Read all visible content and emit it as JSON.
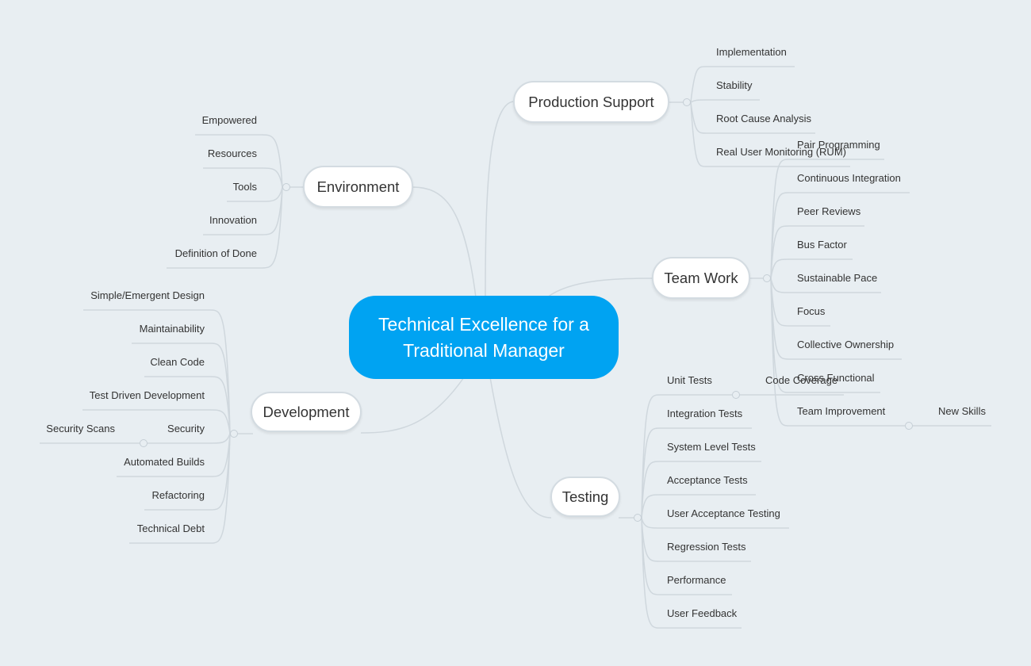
{
  "central": {
    "line1": "Technical Excellence for a",
    "line2": "Traditional Manager"
  },
  "branches": {
    "production_support": {
      "label": "Production Support",
      "items": [
        "Implementation",
        "Stability",
        "Root Cause Analysis",
        "Real User Monitoring (RUM)"
      ]
    },
    "environment": {
      "label": "Environment",
      "items": [
        "Empowered",
        "Resources",
        "Tools",
        "Innovation",
        "Definition of Done"
      ]
    },
    "team_work": {
      "label": "Team Work",
      "items": [
        "Pair Programming",
        "Continuous Integration",
        "Peer Reviews",
        "Bus Factor",
        "Sustainable Pace",
        "Focus",
        "Collective Ownership",
        "Cross Functional",
        "Team Improvement"
      ],
      "team_improvement_child": "New Skills"
    },
    "development": {
      "label": "Development",
      "items": [
        "Simple/Emergent Design",
        "Maintainability",
        "Clean Code",
        "Test Driven Development",
        "Security",
        "Automated Builds",
        "Refactoring",
        "Technical Debt"
      ],
      "security_child": "Security Scans"
    },
    "testing": {
      "label": "Testing",
      "items": [
        "Unit Tests",
        "Integration Tests",
        "System Level Tests",
        "Acceptance Tests",
        "User Acceptance Testing",
        "Regression Tests",
        "Performance",
        "User Feedback"
      ],
      "unit_tests_child": "Code Coverage"
    }
  },
  "colors": {
    "background": "#e8eef2",
    "central": "#00a3f2",
    "line": "#cfd7dd"
  }
}
